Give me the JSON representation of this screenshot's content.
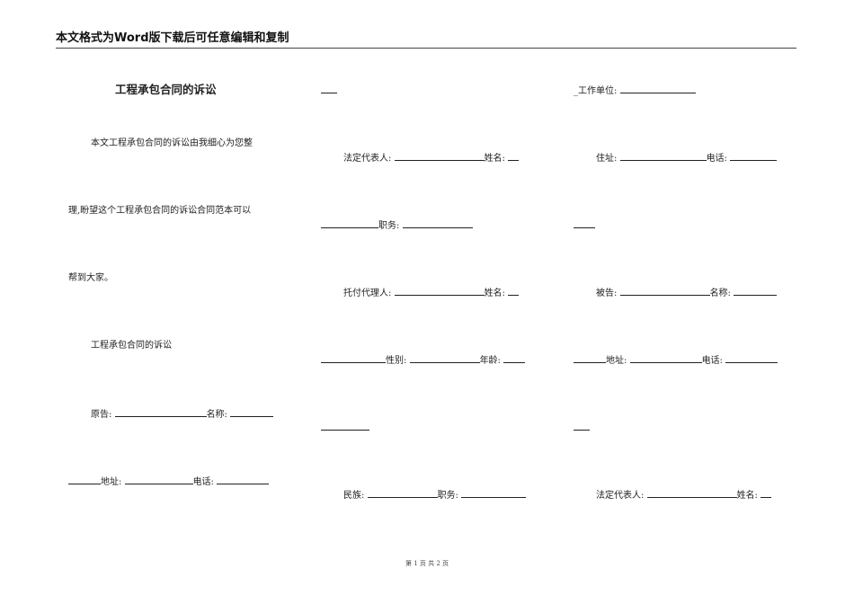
{
  "header": {
    "title": "本文格式为Word版下载后可任意编辑和复制"
  },
  "col1": {
    "title": "工程承包合同的诉讼",
    "intro1": "本文工程承包合同的诉讼由我细心为您整",
    "intro2": "理,盼望这个工程承包合同的诉讼合同范本可以",
    "intro3": "帮到大家。",
    "subtitle": "工程承包合同的诉讼",
    "plaintiff_label": "原告:",
    "name_label": "名称:",
    "address_label": "地址:",
    "phone_label": "电话:"
  },
  "col2": {
    "legal_rep_label": "法定代表人:",
    "surname_label": "姓名:",
    "position_label": "职务:",
    "agent_label": "托付代理人:",
    "agent_name_label": "姓名:",
    "gender_label": "性别:",
    "age_label": "年龄:",
    "ethnicity_label": "民族:",
    "position2_label": "职务:"
  },
  "col3": {
    "workplace_label": "_工作单位:",
    "residence_label": "住址:",
    "phone_label": "电话:",
    "defendant_label": "被告:",
    "name_label": "名称:",
    "address_label": "地址:",
    "phone2_label": "电话:",
    "legal_rep_label": "法定代表人:",
    "surname_label": "姓名:"
  },
  "footer": {
    "page": "第 1 页 共 2 页"
  }
}
